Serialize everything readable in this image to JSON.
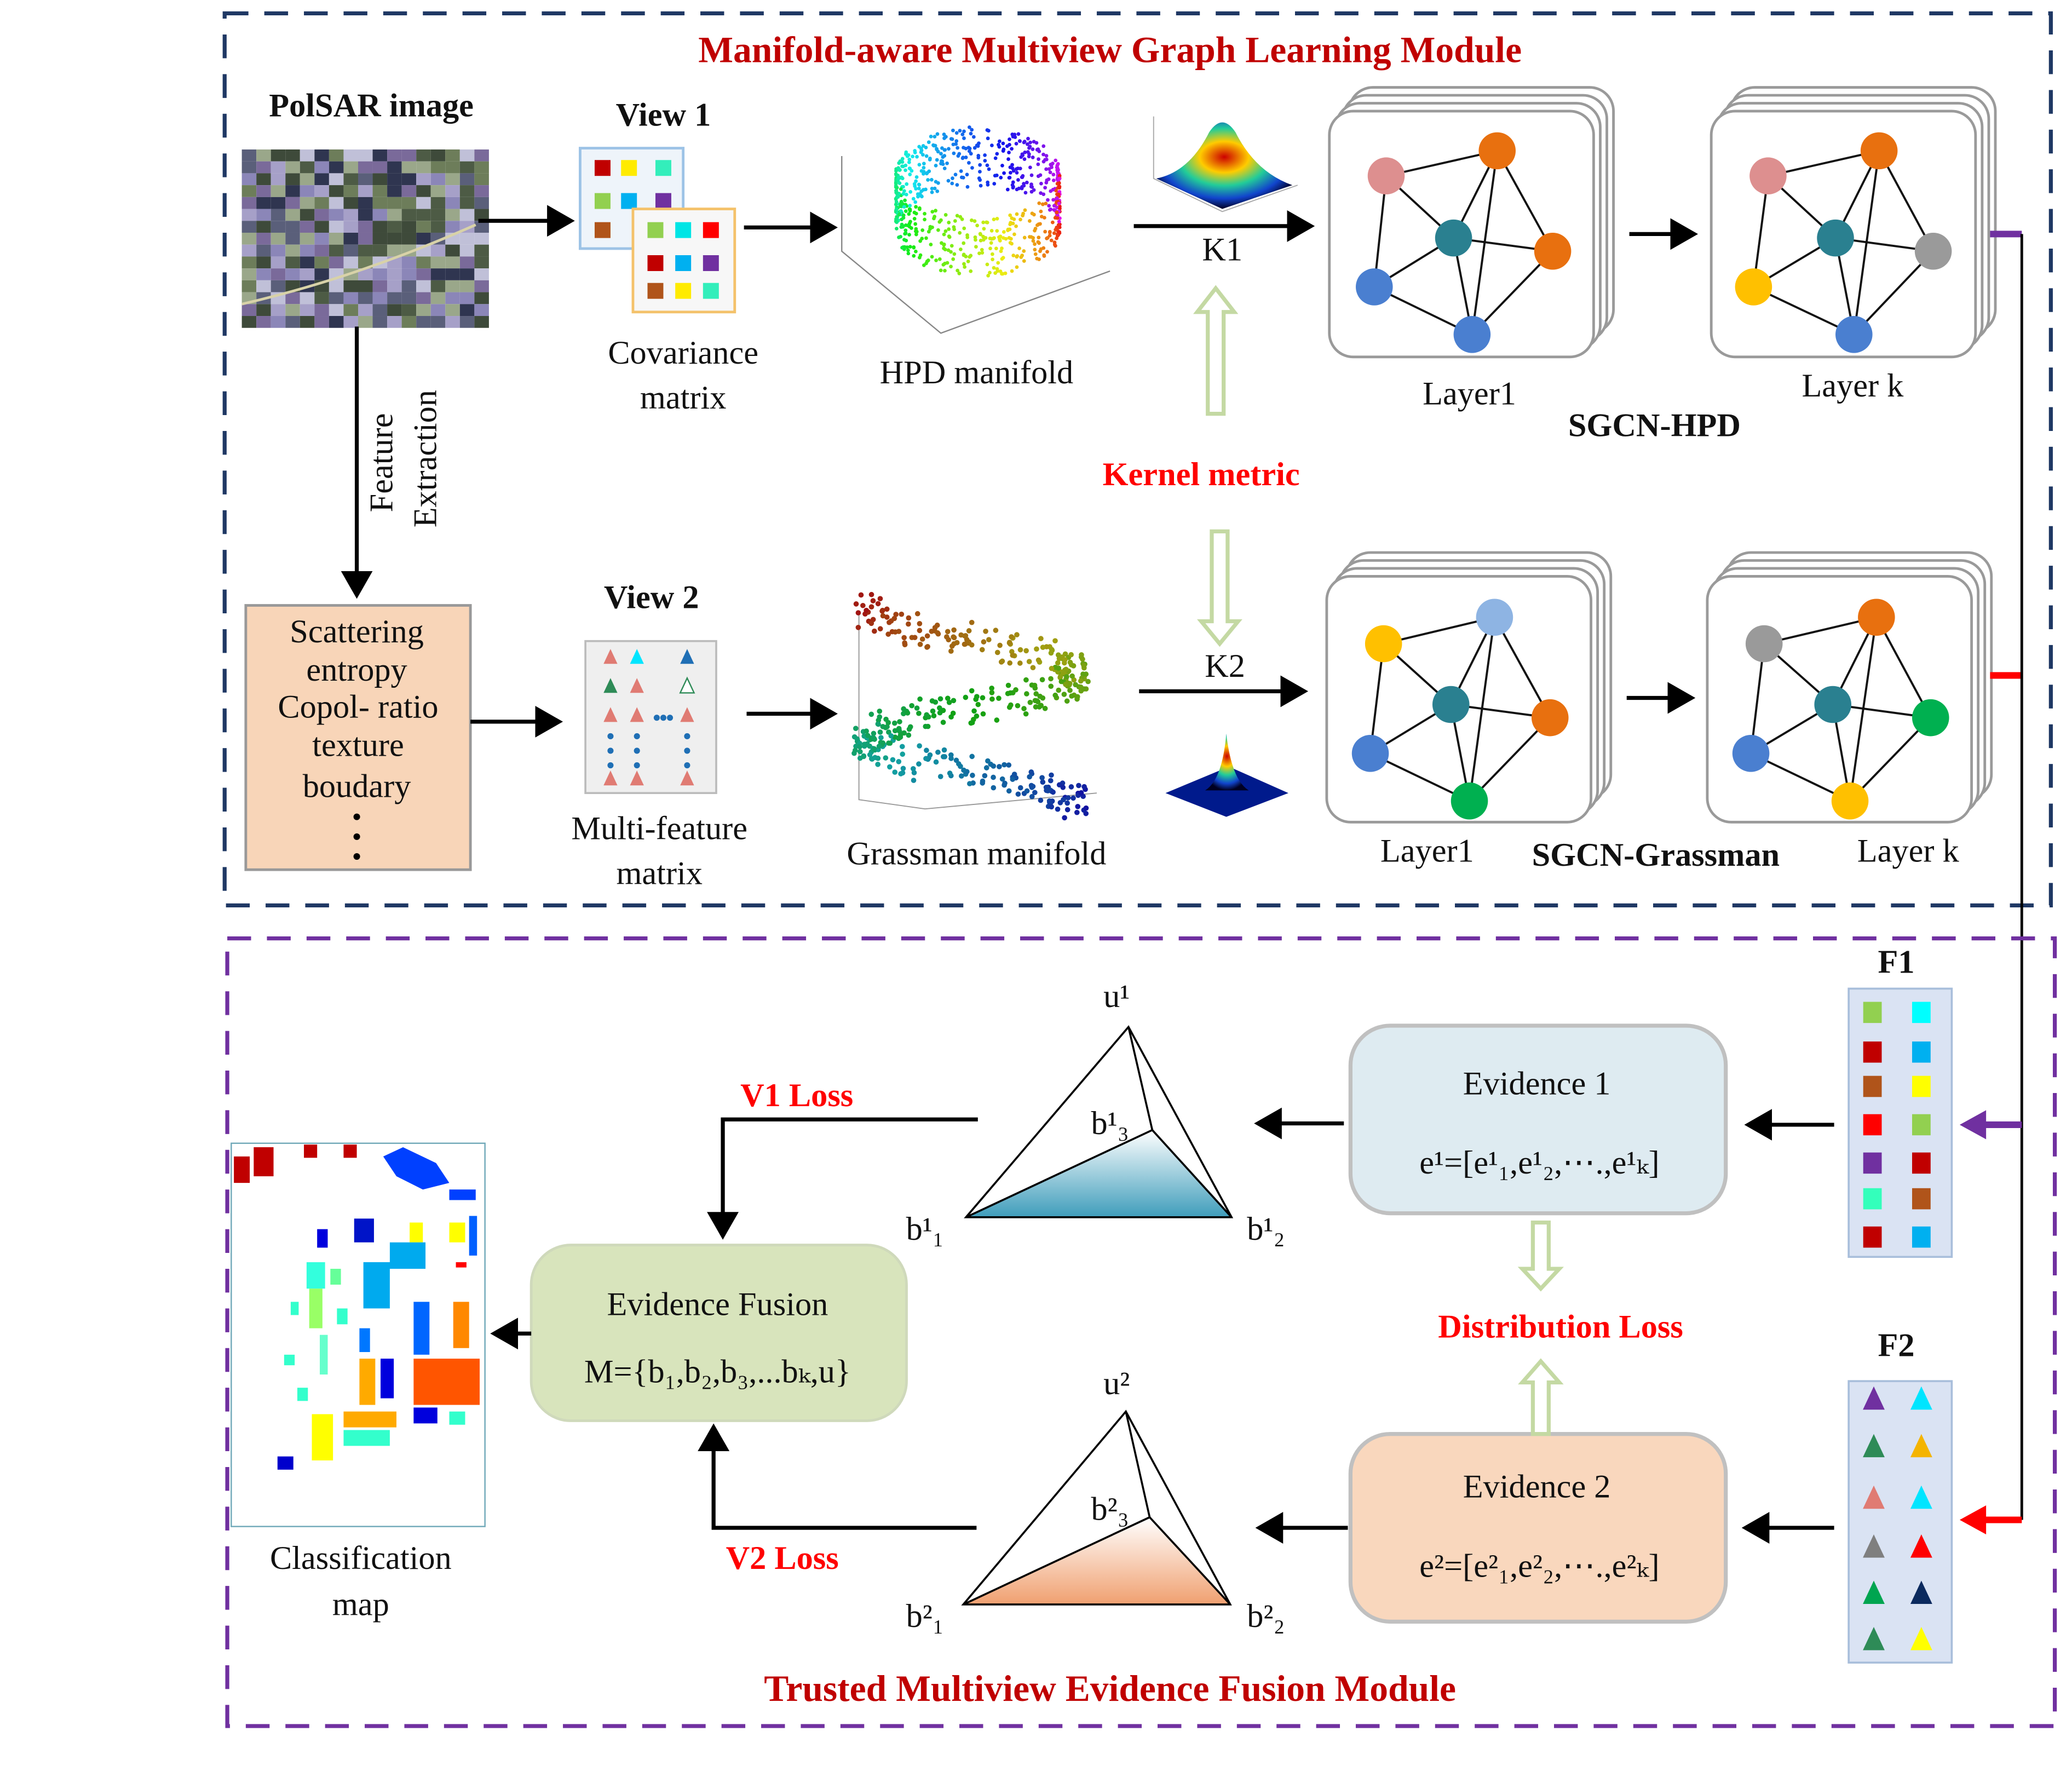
{
  "top_module": {
    "title": "Manifold-aware Multiview Graph Learning Module",
    "border_color": "#1f3864",
    "polsar_label": "PolSAR image",
    "feature_extraction": [
      "Feature",
      "Extraction"
    ],
    "view1": {
      "label": "View 1",
      "matrix_label": [
        "Covariance",
        "matrix"
      ],
      "manifold_label": "HPD manifold",
      "kernel_label": "K1",
      "graph_layer1_label": "Layer1",
      "graph_layerk_label": "Layer k",
      "network_label": "SGCN-HPD"
    },
    "kernel_metric": "Kernel metric",
    "view2": {
      "label": "View 2",
      "features": [
        "Scattering",
        "entropy",
        "Copol- ratio",
        "texture",
        "boudary"
      ],
      "matrix_label": [
        "Multi-feature",
        "matrix"
      ],
      "manifold_label": "Grassman manifold",
      "kernel_label": "K2",
      "graph_layer1_label": "Layer1",
      "graph_layerk_label": "Layer k",
      "network_label": "SGCN-Grassman"
    }
  },
  "bottom_module": {
    "title": "Trusted Multiview Evidence Fusion Module",
    "border_color": "#7030a0",
    "f1_label": "F1",
    "f2_label": "F2",
    "f1_colors": [
      [
        "#92d050",
        "#00ffff"
      ],
      [
        "#c00000",
        "#00b0f0"
      ],
      [
        "#b0541a",
        "#ffff00"
      ],
      [
        "#ff0000",
        "#92d050"
      ],
      [
        "#7030a0",
        "#c00000"
      ],
      [
        "#33ffbb",
        "#b0541a"
      ],
      [
        "#c00000",
        "#00b0f0"
      ]
    ],
    "f2_colors": [
      [
        "#7030a0",
        "#00e5ff"
      ],
      [
        "#2e8b57",
        "#f4b400"
      ],
      [
        "#e07b73",
        "#00e5ff"
      ],
      [
        "#7f7f7f",
        "#ff0000"
      ],
      [
        "#00a550",
        "#0b2a5e"
      ],
      [
        "#2e8b57",
        "#ffff00"
      ]
    ],
    "evidence1": {
      "title": "Evidence 1",
      "formula": "e¹=[e¹₁,e¹₂,⋯.,e¹ₖ]"
    },
    "evidence2": {
      "title": "Evidence 2",
      "formula": "e²=[e²₁,e²₂,⋯.,e²ₖ]"
    },
    "distribution_loss": "Distribution Loss",
    "simplex1": {
      "u": "u¹",
      "b3": "b¹₃",
      "b1": "b¹₁",
      "b2": "b¹₂"
    },
    "simplex2": {
      "u": "u²",
      "b3": "b²₃",
      "b1": "b²₁",
      "b2": "b²₂"
    },
    "v1_loss": "V1 Loss",
    "v2_loss": "V2 Loss",
    "fusion": {
      "title": "Evidence Fusion",
      "formula": "M={b₁,b₂,b₃,...bₖ,u}"
    },
    "classification_label": [
      "Classification",
      "map"
    ]
  }
}
